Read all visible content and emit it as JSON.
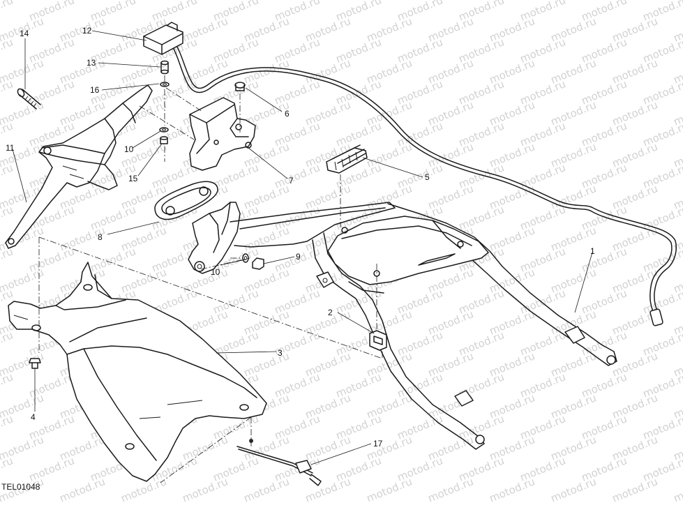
{
  "diagram": {
    "drawing_code": "TEL01048",
    "watermark_text": "motod.ru",
    "callouts": [
      {
        "id": "c1",
        "text": "1"
      },
      {
        "id": "c2",
        "text": "2"
      },
      {
        "id": "c3",
        "text": "3"
      },
      {
        "id": "c4",
        "text": "4"
      },
      {
        "id": "c5",
        "text": "5"
      },
      {
        "id": "c6",
        "text": "6"
      },
      {
        "id": "c7",
        "text": "7"
      },
      {
        "id": "c8",
        "text": "8"
      },
      {
        "id": "c9",
        "text": "9"
      },
      {
        "id": "c10a",
        "text": "10"
      },
      {
        "id": "c10b",
        "text": "10"
      },
      {
        "id": "c11",
        "text": "11"
      },
      {
        "id": "c12",
        "text": "12"
      },
      {
        "id": "c13",
        "text": "13"
      },
      {
        "id": "c14",
        "text": "14"
      },
      {
        "id": "c15",
        "text": "15"
      },
      {
        "id": "c16",
        "text": "16"
      },
      {
        "id": "c17",
        "text": "17"
      }
    ]
  }
}
